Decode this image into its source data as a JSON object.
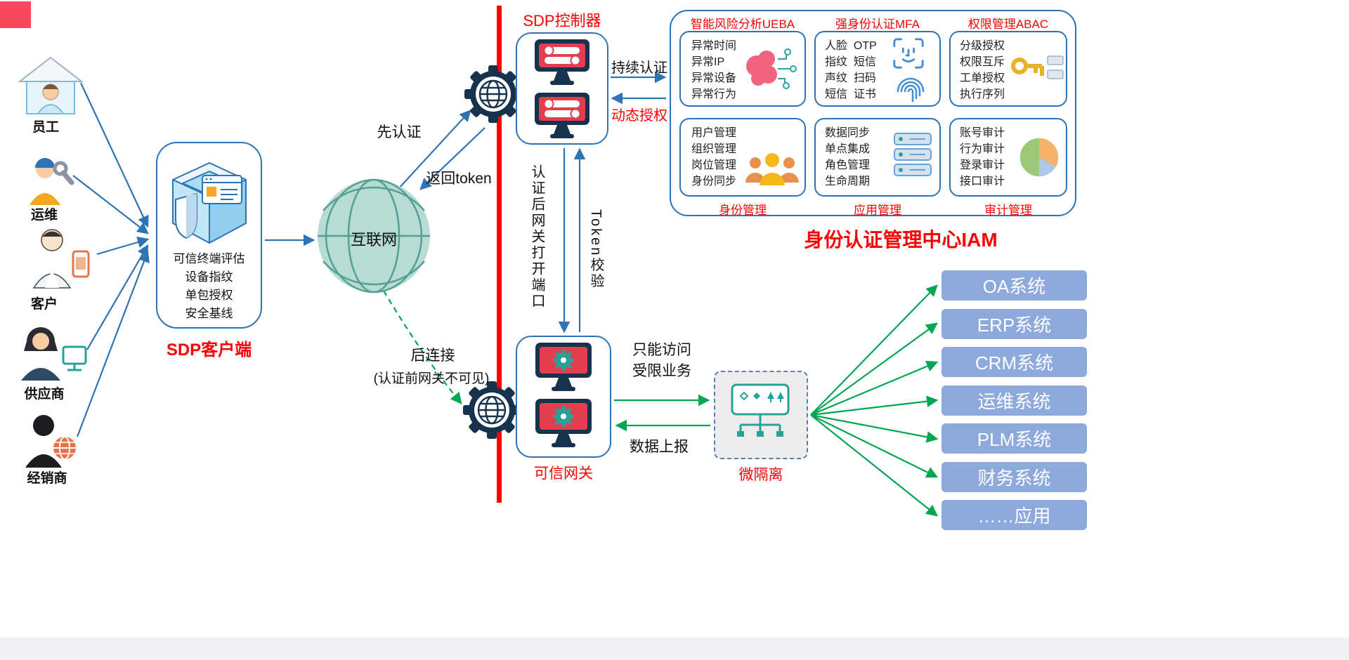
{
  "colors": {
    "accent_red": "#fe0000",
    "arrow_blue": "#2e74b5",
    "arrow_green": "#00a651",
    "box_border_blue": "#2e74b5",
    "system_fill": "#8ea9db",
    "globe_fill": "#b8dcd4",
    "globe_line": "#55a093"
  },
  "users": [
    {
      "label": "员工",
      "icon": "employee-house-icon"
    },
    {
      "label": "运维",
      "icon": "ops-worker-icon"
    },
    {
      "label": "客户",
      "icon": "customer-phone-icon"
    },
    {
      "label": "供应商",
      "icon": "supplier-icon"
    },
    {
      "label": "经销商",
      "icon": "distributor-globe-icon"
    }
  ],
  "sdp_client": {
    "label": "SDP客户端",
    "features": [
      "可信终端评估",
      "设备指纹",
      "单包授权",
      "安全基线"
    ]
  },
  "internet": {
    "label": "互联网"
  },
  "flows": {
    "auth_first": "先认证",
    "return_token": "返回token",
    "connect_later": "后连接",
    "connect_later_note": "(认证前网关不可见)",
    "continuous_auth": "持续认证",
    "dynamic_auth": "动态授权",
    "open_port": "认证后网关打开端口",
    "token_check": "Token校验",
    "restricted_1": "只能访问",
    "restricted_2": "受限业务",
    "data_report": "数据上报"
  },
  "controller": {
    "label": "SDP控制器"
  },
  "gateway": {
    "label": "可信网关"
  },
  "microseg": {
    "label": "微隔离"
  },
  "iam": {
    "title": "身份认证管理中心IAM",
    "modules": [
      {
        "title": "智能风险分析UEBA",
        "icon": "brain-circuit-icon",
        "items": [
          "异常时间",
          "异常IP",
          "异常设备",
          "异常行为"
        ]
      },
      {
        "title": "强身份认证MFA",
        "icon": "face-id-fingerprint-icon",
        "items": [
          "人脸  OTP",
          "指纹  短信",
          "声纹  扫码",
          "短信  证书"
        ]
      },
      {
        "title": "权限管理ABAC",
        "icon": "key-icon",
        "items": [
          "分级授权",
          "权限互斥",
          "工单授权",
          "执行序列"
        ]
      },
      {
        "title": "身份管理",
        "icon": "people-icon",
        "items": [
          "用户管理",
          "组织管理",
          "岗位管理",
          "身份同步"
        ]
      },
      {
        "title": "应用管理",
        "icon": "server-stack-icon",
        "items": [
          "数据同步",
          "单点集成",
          "角色管理",
          "生命周期"
        ]
      },
      {
        "title": "审计管理",
        "icon": "pie-chart-icon",
        "items": [
          "账号审计",
          "行为审计",
          "登录审计",
          "接口审计"
        ]
      }
    ]
  },
  "systems": [
    "OA系统",
    "ERP系统",
    "CRM系统",
    "运维系统",
    "PLM系统",
    "财务系统",
    "……应用"
  ]
}
